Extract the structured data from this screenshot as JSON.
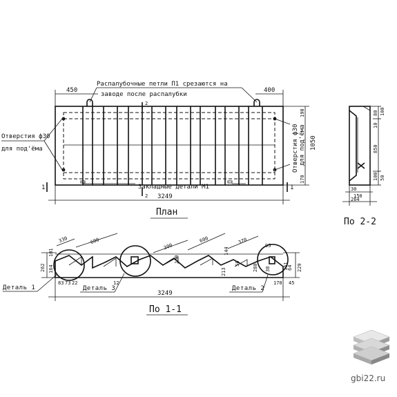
{
  "plan": {
    "note_line1": "Распалубочные петли П1 срезаются на",
    "note_line2": "заводе после распалубки",
    "title": "План",
    "left_offset": "450",
    "right_offset": "400",
    "length": "3249",
    "left_hole_line1": "Отверстия ф30",
    "left_hole_line2": "для под'ёма",
    "right_hole_line1": "Отверстия ф30",
    "right_hole_line2": "для под'ёма",
    "embed_label": "Закладные детали М1",
    "height": "1050",
    "top_dim": "190",
    "bottom_dim": "170",
    "cut_mark": "1",
    "cut2_mark": "2"
  },
  "section22": {
    "title": "По 2-2",
    "d1": "80",
    "d2": "100",
    "d3": "10",
    "d4": "850",
    "d5": "100",
    "d6": "50",
    "width": "264",
    "w2": "30",
    "w3": "150"
  },
  "section11": {
    "title": "По 1-1",
    "length": "3249",
    "left_height": "262",
    "left_h2": "164",
    "left_h3": "101",
    "d330": "330",
    "d600a": "600",
    "d300": "300",
    "d600b": "600",
    "d370": "370",
    "d95": "95",
    "d144": "144",
    "d150": "150",
    "d50": "50",
    "d213": "213",
    "d280": "280",
    "d38": "38",
    "d22": "22",
    "d170": "170",
    "d45": "45",
    "d161": "161",
    "d64": "64",
    "d229": "229",
    "b83": "83",
    "b73": "73",
    "d12": "12",
    "detail1": "Деталь 1",
    "detail2": "Деталь 2",
    "detail3": "Деталь 3"
  },
  "watermark": {
    "site": "gbi22.ru"
  }
}
